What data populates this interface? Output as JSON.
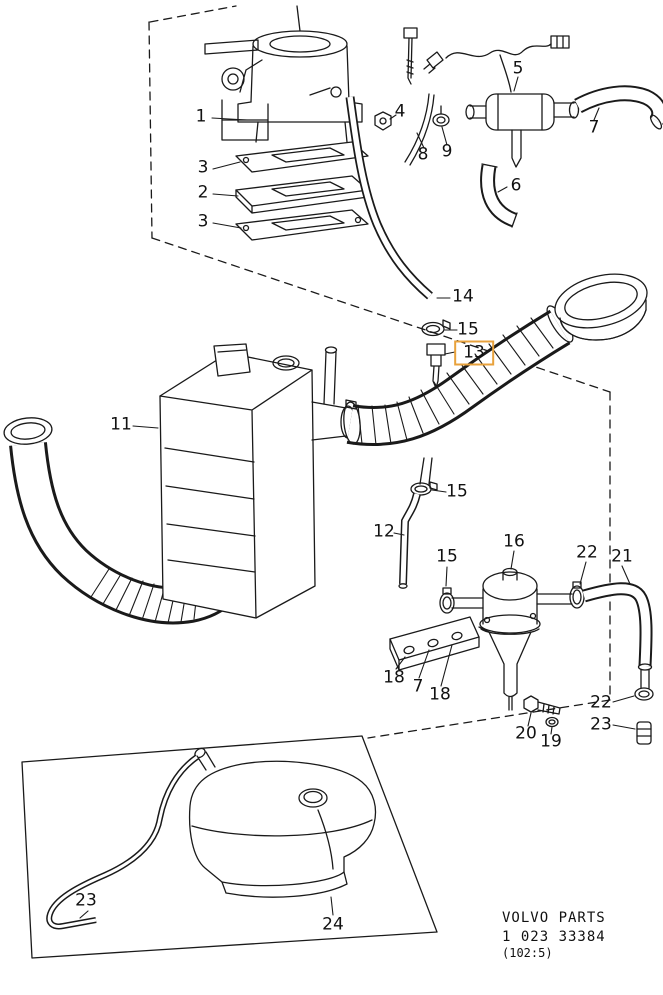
{
  "diagram": {
    "kind": "exploded-parts-diagram",
    "subject": "air-intake-and-carburetor-assembly",
    "highlighted_part": "13",
    "highlight_color": "#E8A23C",
    "line_color": "#1a1a1a",
    "background_color": "#ffffff"
  },
  "callouts": [
    {
      "part": "1"
    },
    {
      "part": "3"
    },
    {
      "part": "2"
    },
    {
      "part": "3"
    },
    {
      "part": "4"
    },
    {
      "part": "8"
    },
    {
      "part": "9"
    },
    {
      "part": "5"
    },
    {
      "part": "6"
    },
    {
      "part": "7"
    },
    {
      "part": "14"
    },
    {
      "part": "15"
    },
    {
      "part": "13"
    },
    {
      "part": "11"
    },
    {
      "part": "15"
    },
    {
      "part": "12"
    },
    {
      "part": "15"
    },
    {
      "part": "16"
    },
    {
      "part": "22"
    },
    {
      "part": "21"
    },
    {
      "part": "18"
    },
    {
      "part": "7"
    },
    {
      "part": "18"
    },
    {
      "part": "20"
    },
    {
      "part": "19"
    },
    {
      "part": "22"
    },
    {
      "part": "23"
    },
    {
      "part": "23"
    },
    {
      "part": "24"
    }
  ],
  "footer": {
    "brand": "VOLVO PARTS",
    "part_number": "1 023 33384",
    "scale": "(102:5)"
  }
}
